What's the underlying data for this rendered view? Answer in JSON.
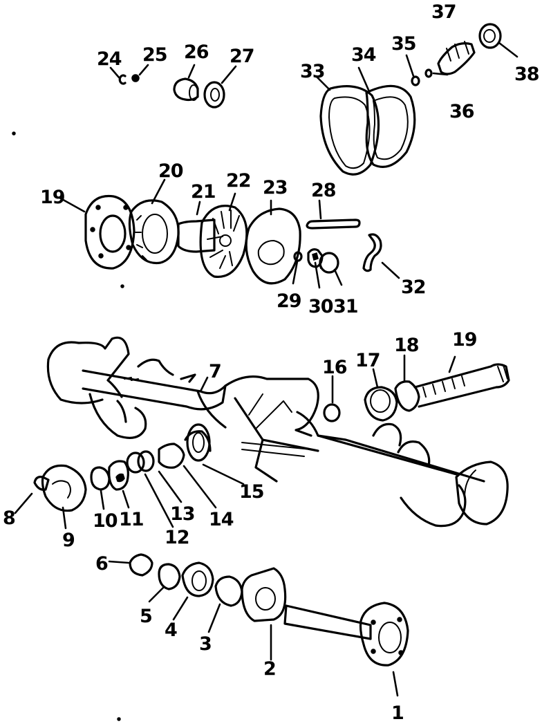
{
  "callouts": [
    "1",
    "2",
    "3",
    "4",
    "5",
    "6",
    "7",
    "8",
    "9",
    "10",
    "11",
    "12",
    "13",
    "14",
    "15",
    "16",
    "17",
    "18",
    "19",
    "20",
    "21",
    "22",
    "23",
    "24",
    "25",
    "26",
    "27",
    "28",
    "29",
    "30",
    "31",
    "32",
    "33",
    "34",
    "35",
    "36",
    "37",
    "38",
    "19"
  ]
}
